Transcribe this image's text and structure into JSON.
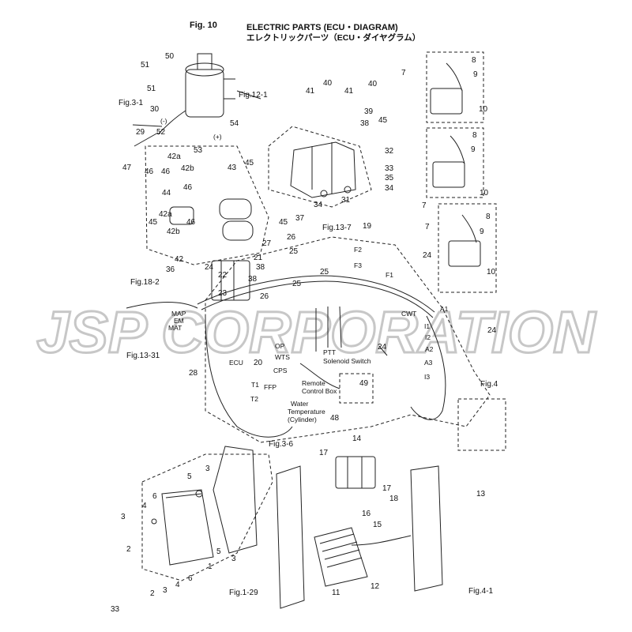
{
  "header": {
    "fig_number": "Fig. 10",
    "title_en": "ELECTRIC PARTS (ECU・DIAGRAM)",
    "title_jp": "エレクトリックパーツ（ECU・ダイヤグラム）"
  },
  "page_number": "33",
  "watermark": {
    "text": "JSP CORPORATION",
    "color": "#b0b0b0"
  },
  "refs": {
    "fig_12_1": "Fig.12-1",
    "fig_3_1": "Fig.3-1",
    "fig_13_7": "Fig.13-7",
    "fig_18_2": "Fig.18-2",
    "fig_13_31": "Fig.13-31",
    "fig_3_6": "Fig.3-6",
    "fig_4": "Fig.4",
    "fig_1_29": "Fig.1-29",
    "fig_4_1": "Fig.4-1"
  },
  "wire_labels": {
    "map": "MAP",
    "em": "EM",
    "mat": "MAT",
    "ecu": "ECU",
    "op": "OP",
    "wts": "WTS",
    "cps": "CPS",
    "t1": "T1",
    "t2": "T2",
    "ffp": "FFP",
    "f1": "F1",
    "f2": "F2",
    "f3": "F3",
    "cwt": "CWT",
    "a1": "A1",
    "i1": "I1",
    "i2": "I2",
    "a2": "A2",
    "a3": "A3",
    "i3": "I3",
    "minus": "(-)",
    "plus": "(+)",
    "ptt": "PTT",
    "solenoid_switch": "Solenoid Switch",
    "remote_control_box_1": "Remote",
    "remote_control_box_2": "Control Box",
    "water_temp_1": "Water",
    "water_temp_2": "Temperature",
    "water_temp_3": "(Cylinder)"
  },
  "parts": {
    "p1": "1",
    "p2": "2",
    "p3": "3",
    "p4": "4",
    "p5": "5",
    "p6": "6",
    "p7": "7",
    "p8": "8",
    "p9": "9",
    "p10": "10",
    "p11": "11",
    "p12": "12",
    "p13": "13",
    "p14": "14",
    "p15": "15",
    "p16": "16",
    "p17": "17",
    "p18": "18",
    "p19": "19",
    "p20": "20",
    "p21": "21",
    "p22": "22",
    "p23": "23",
    "p24": "24",
    "p25": "25",
    "p26": "26",
    "p27": "27",
    "p28": "28",
    "p29": "29",
    "p30": "30",
    "p31": "31",
    "p32": "32",
    "p33": "33",
    "p34": "34",
    "p35": "35",
    "p36": "36",
    "p37": "37",
    "p38": "38",
    "p39": "39",
    "p40": "40",
    "p41": "41",
    "p42": "42",
    "p42a": "42a",
    "p42b": "42b",
    "p43": "43",
    "p44": "44",
    "p45": "45",
    "p46": "46",
    "p47": "47",
    "p48": "48",
    "p49": "49",
    "p50": "50",
    "p51": "51",
    "p52": "52",
    "p53": "53",
    "p54": "54"
  }
}
